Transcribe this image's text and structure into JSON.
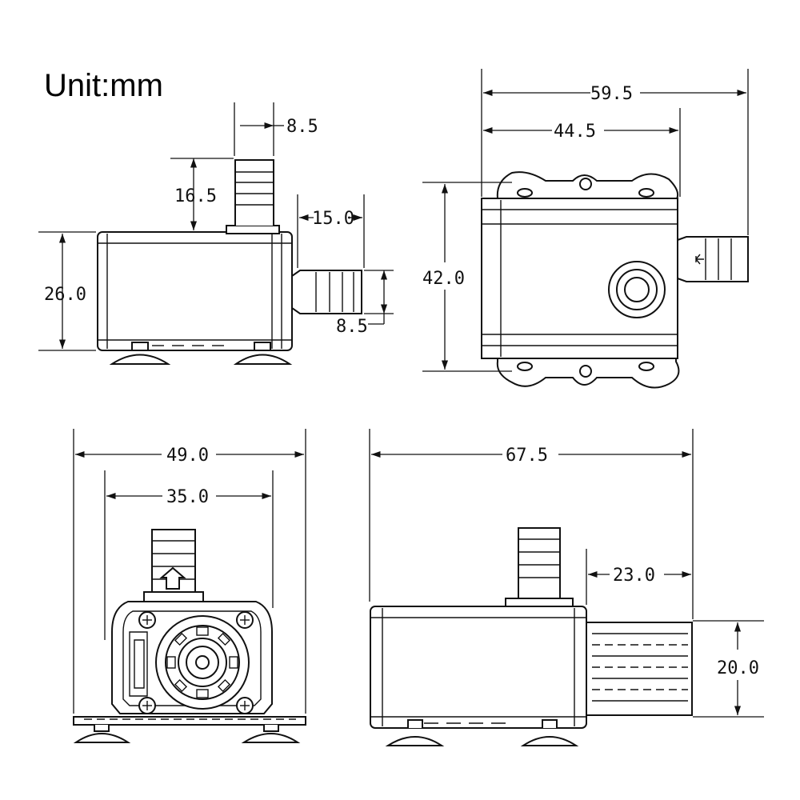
{
  "unit_label": "Unit:mm",
  "views": {
    "side": {
      "outlet_diameter": "8.5",
      "outlet_height": "16.5",
      "inlet_length": "15.0",
      "inlet_diameter": "8.5",
      "body_height": "26.0"
    },
    "top": {
      "overall_length": "59.5",
      "body_length": "44.5",
      "overall_width": "42.0"
    },
    "front": {
      "base_width": "49.0",
      "body_width": "35.0"
    },
    "side_filter": {
      "overall_length": "67.5",
      "filter_length": "23.0",
      "filter_height": "20.0"
    }
  }
}
